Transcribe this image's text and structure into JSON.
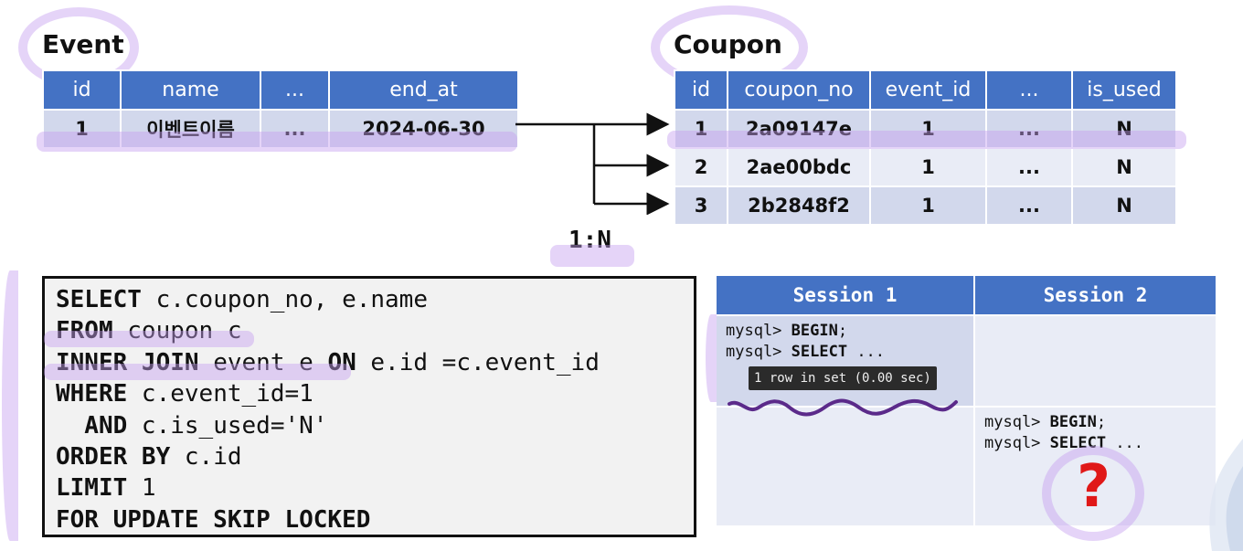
{
  "event_table": {
    "title": "Event",
    "columns": [
      "id",
      "name",
      "...",
      "end_at"
    ],
    "rows": [
      [
        "1",
        "이벤트이름",
        "...",
        "2024-06-30"
      ]
    ]
  },
  "coupon_table": {
    "title": "Coupon",
    "columns": [
      "id",
      "coupon_no",
      "event_id",
      "...",
      "is_used"
    ],
    "rows": [
      [
        "1",
        "2a09147e",
        "1",
        "...",
        "N"
      ],
      [
        "2",
        "2ae00bdc",
        "1",
        "...",
        "N"
      ],
      [
        "3",
        "2b2848f2",
        "1",
        "...",
        "N"
      ]
    ]
  },
  "relation": "1:N",
  "sql": {
    "l1_kw": "SELECT",
    "l1_rest": " c.coupon_no, e.name",
    "l2_kw": "FROM",
    "l2_rest": " coupon c",
    "l3_kw": "INNER JOIN",
    "l3_mid": " event e ",
    "l3_kw2": "ON",
    "l3_rest": " e.id =c.event_id",
    "l4_kw": "WHERE",
    "l4_rest": " c.event_id=1",
    "l5_kw": "  AND",
    "l5_rest": " c.is_used='N'",
    "l6_kw": "ORDER BY",
    "l6_rest": " c.id",
    "l7_kw": "LIMIT",
    "l7_rest": " 1",
    "l8_kw": "FOR UPDATE SKIP LOCKED"
  },
  "sessions": {
    "header1": "Session 1",
    "header2": "Session 2",
    "prompt": "mysql> ",
    "begin": "BEGIN",
    "select": "SELECT",
    "semicolon": ";",
    "ellipsis": " ...",
    "result": "1 row in set (0.00 sec)",
    "question": "?"
  },
  "colors": {
    "header_blue": "#4472c4",
    "row_light": "#d2d8ec",
    "row_lighter": "#e9ecf6",
    "highlighter_purple": "#c6a0f0",
    "question_red": "#e01818",
    "wavy_line": "#5b2a8a"
  }
}
